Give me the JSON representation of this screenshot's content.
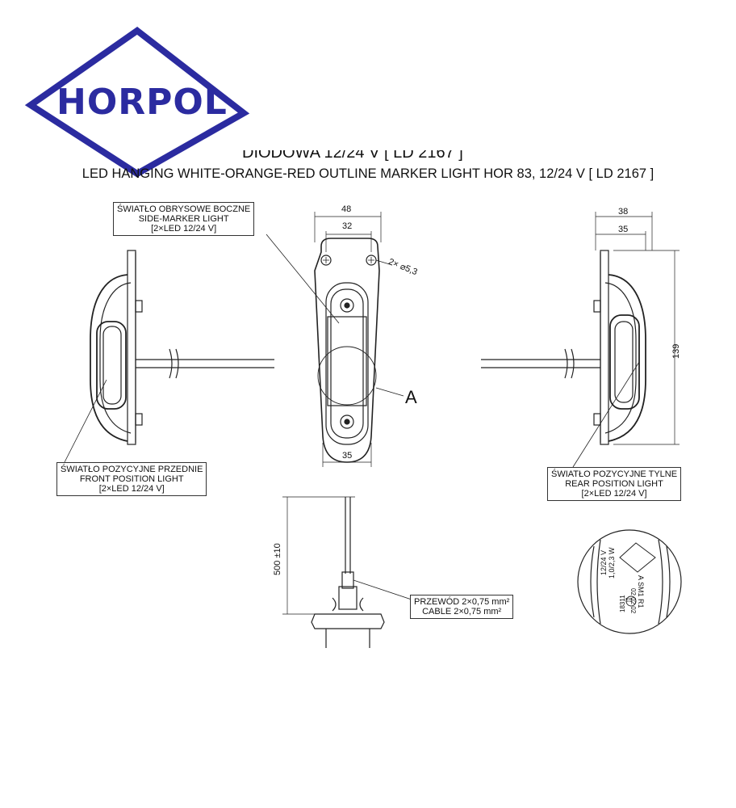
{
  "brand": {
    "name": "HORPOL",
    "color": "#2b2ba0"
  },
  "title": {
    "clipped_line": "DIODOWA 12/24 V [ LD 2167 ]",
    "main_line": "LED HANGING WHITE-ORANGE-RED OUTLINE MARKER LIGHT HOR 83, 12/24 V [ LD 2167 ]"
  },
  "callouts": {
    "side_marker": {
      "line1": "ŚWIATŁO OBRYSOWE BOCZNE",
      "line2": "SIDE-MARKER LIGHT",
      "line3": "[2×LED 12/24 V]"
    },
    "front_position": {
      "line1": "ŚWIATŁO POZYCYJNE PRZEDNIE",
      "line2": "FRONT POSITION LIGHT",
      "line3": "[2×LED 12/24 V]"
    },
    "rear_position": {
      "line1": "ŚWIATŁO POZYCYJNE TYLNE",
      "line2": "REAR POSITION LIGHT",
      "line3": "[2×LED 12/24 V]"
    },
    "cable": {
      "line1": "PRZEWÓD 2×0,75 mm²",
      "line2": "CABLE 2×0,75 mm²"
    }
  },
  "dimensions": {
    "front_width": "48",
    "front_inner_width": "32",
    "front_bottom_width": "35",
    "holes": "2× ⌀5,3",
    "side_width": "38",
    "side_inner_width": "35",
    "height": "139",
    "cable_length": "500 ±10"
  },
  "detail": {
    "marker": "A",
    "voltage": "12/24 V",
    "power": "1,0/2,3 W",
    "codes": "A  SM1  R1",
    "codes2": "02  02  02",
    "approval": "E9",
    "approval_no": "18311"
  }
}
